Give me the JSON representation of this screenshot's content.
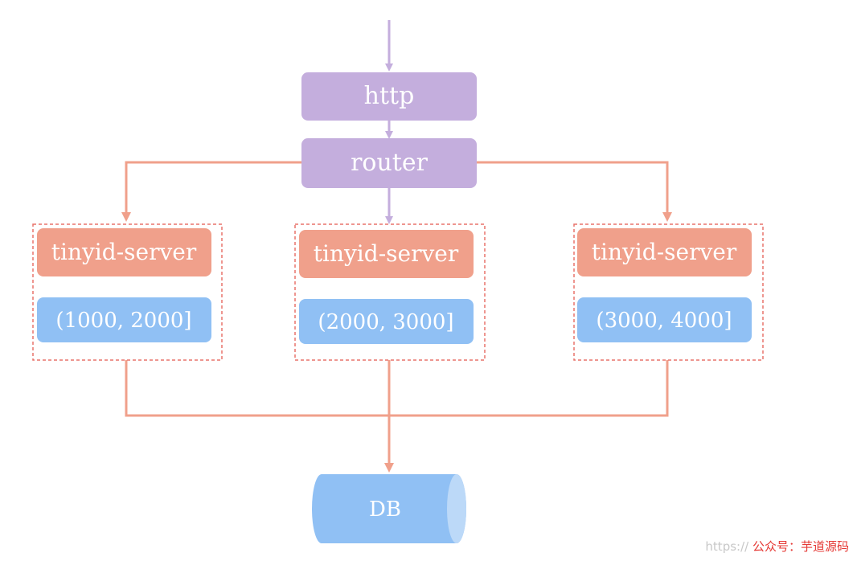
{
  "nodes": {
    "http": "http",
    "router": "router",
    "servers": [
      {
        "label": "tinyid-server",
        "range": "(1000, 2000]"
      },
      {
        "label": "tinyid-server",
        "range": "(2000, 3000]"
      },
      {
        "label": "tinyid-server",
        "range": "(3000, 4000]"
      }
    ],
    "db": "DB"
  },
  "watermark": {
    "url": "https://",
    "cn": "公众号：芋道源码"
  },
  "colors": {
    "purple_node": "#c4aedd",
    "salmon_node": "#f0a08b",
    "blue_node": "#90c0f4",
    "salmon_line": "#f0a08b",
    "purple_line": "#c4aedd",
    "dashed_border": "#e8736b"
  }
}
